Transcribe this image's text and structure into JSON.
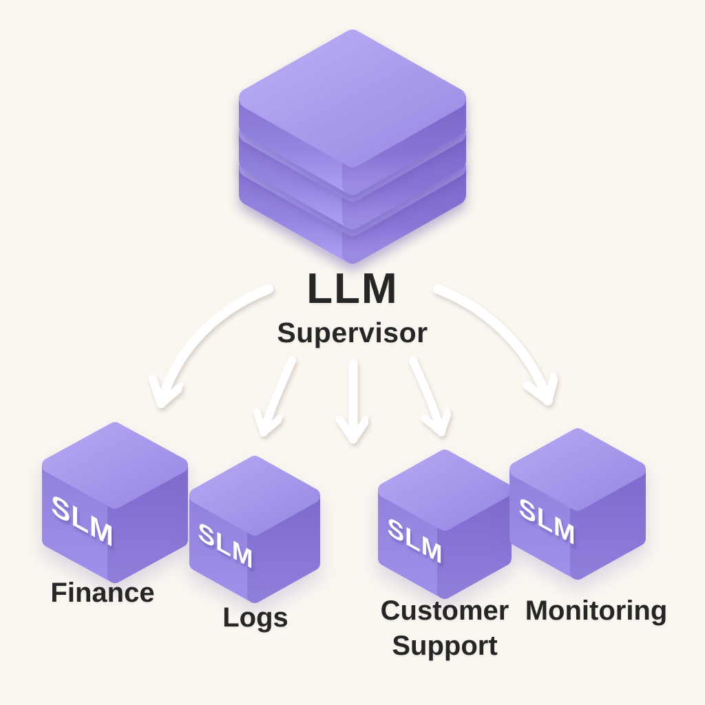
{
  "diagram": {
    "background_color": "#faf6f0",
    "text_color": "#262626",
    "arrow_color": "#ffffff",
    "accent_colors": {
      "purple_top_face": "#b2a5f1",
      "purple_left_face": "#9181dd",
      "purple_right_face": "#7f6ace"
    },
    "supervisor": {
      "title": "LLM",
      "subtitle": "Supervisor",
      "icon": "purple-3d-stack"
    },
    "workers": [
      {
        "cube_label": "SLM",
        "name": "Finance",
        "label_lines": [
          "Finance"
        ]
      },
      {
        "cube_label": "SLM",
        "name": "Logs",
        "label_lines": [
          "Logs"
        ]
      },
      {
        "cube_label": "SLM",
        "name": "Customer Support",
        "label_lines": [
          "Customer",
          "Support"
        ]
      },
      {
        "cube_label": "SLM",
        "name": "Monitoring",
        "label_lines": [
          "Monitoring"
        ]
      }
    ]
  }
}
